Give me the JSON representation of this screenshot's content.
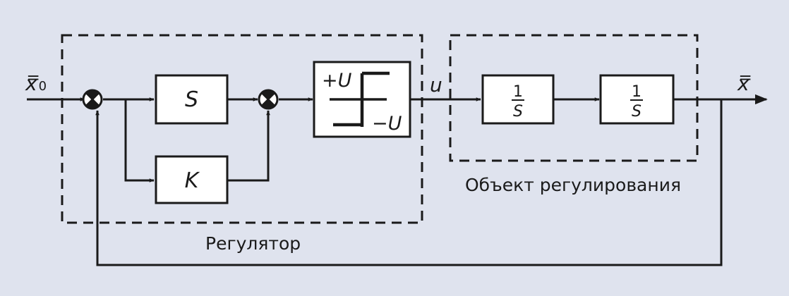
{
  "colors": {
    "background": "#dfe3ee",
    "ink": "#1a1a1a",
    "block_fill": "#ffffff"
  },
  "signals": {
    "input": "x̿",
    "input_subscript": "0",
    "control": "u",
    "output": "x̿"
  },
  "blocks": {
    "s": "S",
    "k": "K",
    "plant1_num": "1",
    "plant1_den": "S",
    "plant2_num": "1",
    "plant2_den": "S"
  },
  "relay": {
    "plus": "+U",
    "minus": "−U"
  },
  "groups": {
    "controller": "Регулятор",
    "plant": "Объект регулирования"
  }
}
